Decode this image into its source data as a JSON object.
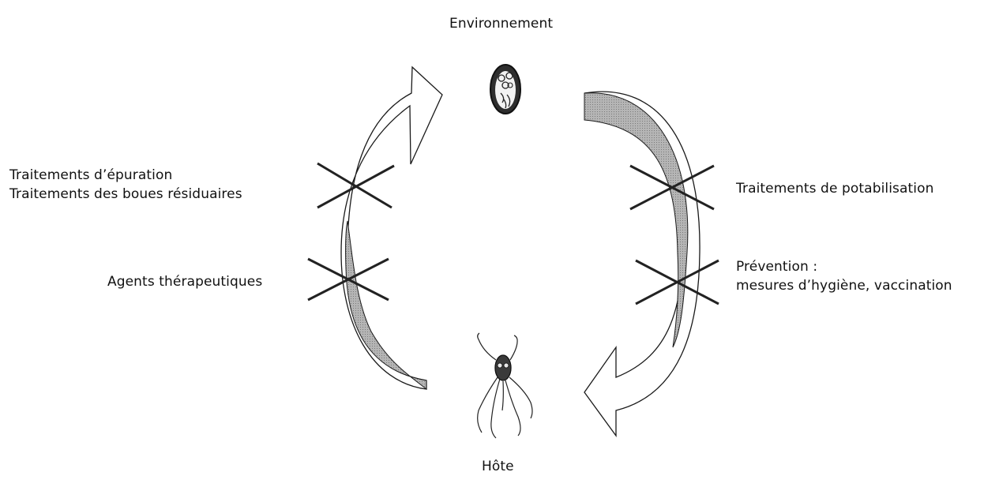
{
  "nodes": {
    "environment": {
      "label": "Environnement",
      "icon": "cyst-icon"
    },
    "host": {
      "label": "Hôte",
      "icon": "flagellate-trophozoite-icon"
    }
  },
  "barriers": {
    "left_upper": {
      "line1": "Traitements d’épuration",
      "line2": "Traitements des boues résiduaires"
    },
    "left_lower": {
      "line1": "Agents thérapeutiques"
    },
    "right_upper": {
      "line1": "Traitements de potabilisation"
    },
    "right_lower": {
      "line1": "Prévention :",
      "line2": "mesures d’hygiène, vaccination"
    }
  },
  "colors": {
    "arrow_fill": "#a8a8a8",
    "arrow_stroke": "#1a1a1a",
    "cross": "#222222",
    "cyst_fill": "#3a3a3a"
  }
}
